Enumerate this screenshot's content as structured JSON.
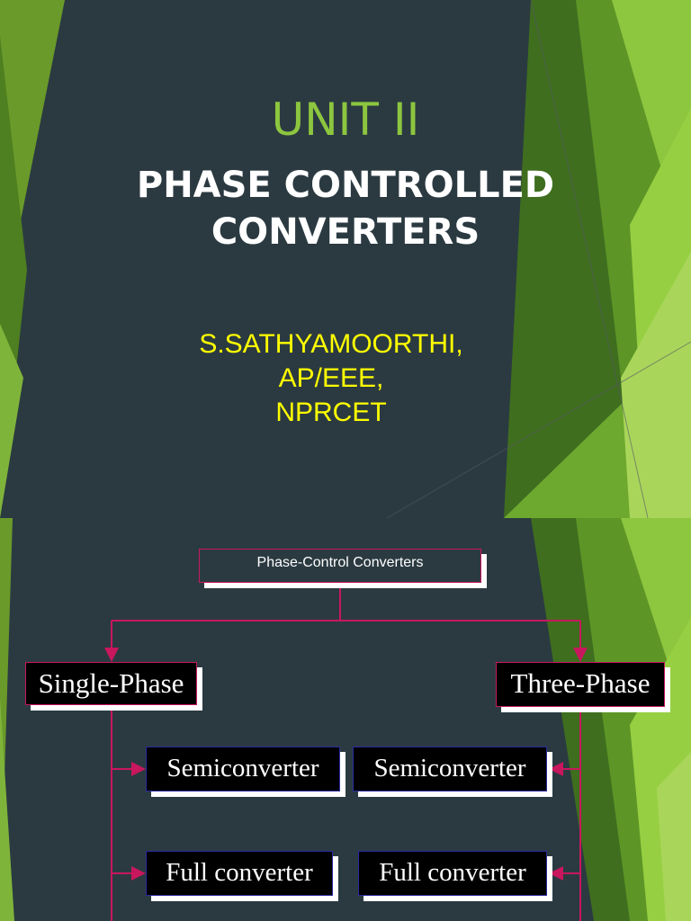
{
  "slide1": {
    "unit": "UNIT II",
    "title_line1": "PHASE CONTROLLED",
    "title_line2": "CONVERTERS",
    "author_name": "S.SATHYAMOORTHI,",
    "author_dept": "AP/EEE,",
    "author_inst": "NPRCET"
  },
  "slide2": {
    "root": "Phase-Control Converters",
    "single_phase": {
      "label": "Single-Phase",
      "semi": "Semiconverter",
      "full": "Full converter"
    },
    "three_phase": {
      "label": "Three-Phase",
      "semi": "Semiconverter",
      "full": "Full converter"
    }
  },
  "colors": {
    "background": "#2b3a41",
    "accent_green": "#8dc63f",
    "author_yellow": "#ffff00",
    "connector": "#c8175d"
  }
}
